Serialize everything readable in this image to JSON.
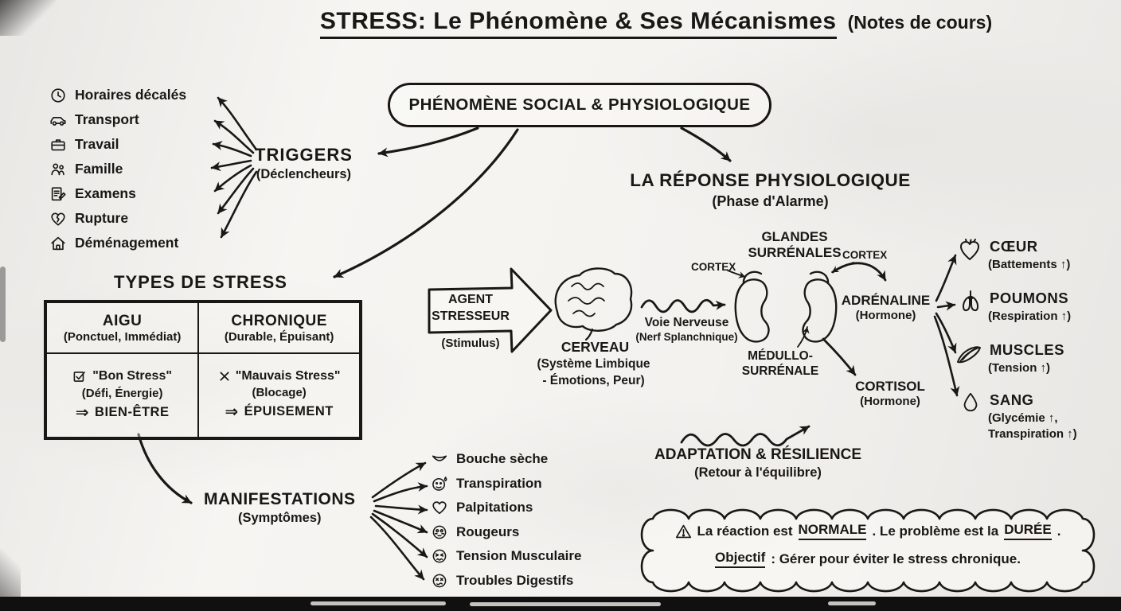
{
  "colors": {
    "ink": "#1a1815",
    "board": "#f4f2ef",
    "tray": "#101010"
  },
  "title": {
    "main": "STRESS: Le Phénomène & Ses Mécanismes",
    "suffix": "(Notes de cours)"
  },
  "bubble": {
    "label": "PHÉNOMÈNE SOCIAL & PHYSIOLOGIQUE"
  },
  "triggers": {
    "label": "TRIGGERS",
    "sublabel": "(Déclencheurs)",
    "items": [
      {
        "icon": "clock-icon",
        "label": "Horaires décalés"
      },
      {
        "icon": "car-icon",
        "label": "Transport"
      },
      {
        "icon": "briefcase-icon",
        "label": "Travail"
      },
      {
        "icon": "family-icon",
        "label": "Famille"
      },
      {
        "icon": "exam-icon",
        "label": "Examens"
      },
      {
        "icon": "broken-heart-icon",
        "label": "Rupture"
      },
      {
        "icon": "house-icon",
        "label": "Déménagement"
      }
    ]
  },
  "types": {
    "title": "TYPES DE STRESS",
    "columns": [
      {
        "header": "AIGU",
        "header_sub": "(Ponctuel, Immédiat)",
        "mark_icon": "checkbox-checked-icon",
        "row1": "\"Bon Stress\"",
        "row1_sub": "(Défi, Énergie)",
        "arrow": "⇒",
        "outcome": "BIEN-ÊTRE"
      },
      {
        "header": "CHRONIQUE",
        "header_sub": "(Durable, Épuisant)",
        "mark_icon": "x-mark-icon",
        "row1": "\"Mauvais Stress\"",
        "row1_sub": "(Blocage)",
        "arrow": "⇒",
        "outcome": "ÉPUISEMENT"
      }
    ]
  },
  "manifestations": {
    "label": "MANIFESTATIONS",
    "sublabel": "(Symptômes)",
    "items": [
      {
        "icon": "mouth-icon",
        "label": "Bouche sèche"
      },
      {
        "icon": "sweat-face-icon",
        "label": "Transpiration"
      },
      {
        "icon": "heart-icon",
        "label": "Palpitations"
      },
      {
        "icon": "flushed-face-icon",
        "label": "Rougeurs"
      },
      {
        "icon": "tense-face-icon",
        "label": "Tension Musculaire"
      },
      {
        "icon": "dizzy-face-icon",
        "label": "Troubles Digestifs"
      }
    ]
  },
  "response": {
    "title": "LA RÉPONSE PHYSIOLOGIQUE",
    "subtitle": "(Phase d'Alarme)",
    "agent": {
      "label": "AGENT STRESSEUR",
      "sublabel": "(Stimulus)"
    },
    "brain": {
      "label": "CERVEAU",
      "sublines": [
        "(Système Limbique",
        "- Émotions, Peur)"
      ]
    },
    "nerve": {
      "label": "Voie Nerveuse",
      "sublabel": "(Nerf Splanchnique)"
    },
    "glands": {
      "label": "GLANDES SURRÉNALES",
      "cortex_left": "CORTEX",
      "cortex_right": "CORTEX",
      "medulla": "MÉDULLO-SURRÉNALE"
    },
    "adrenaline": {
      "label": "ADRÉNALINE",
      "sublabel": "(Hormone)"
    },
    "cortisol": {
      "label": "CORTISOL",
      "sublabel": "(Hormone)"
    },
    "organs": [
      {
        "icon": "heart-organ-icon",
        "label": "CŒUR",
        "sublabel": "(Battements ↑)"
      },
      {
        "icon": "lungs-icon",
        "label": "POUMONS",
        "sublabel": "(Respiration ↑)"
      },
      {
        "icon": "muscle-icon",
        "label": "MUSCLES",
        "sublabel": "(Tension ↑)"
      },
      {
        "icon": "drop-icon",
        "label": "SANG",
        "sublabel": "(Glycémie ↑, Transpiration ↑)"
      }
    ],
    "adaptation": {
      "label": "ADAPTATION & RÉSILIENCE",
      "sublabel": "(Retour à l'équilibre)"
    }
  },
  "note": {
    "icon": "warning-icon",
    "line1": [
      "La réaction est ",
      "NORMALE",
      ". Le problème est la ",
      "DURÉE",
      "."
    ],
    "line2": [
      "Objectif",
      " : Gérer pour éviter le stress chronique."
    ]
  }
}
